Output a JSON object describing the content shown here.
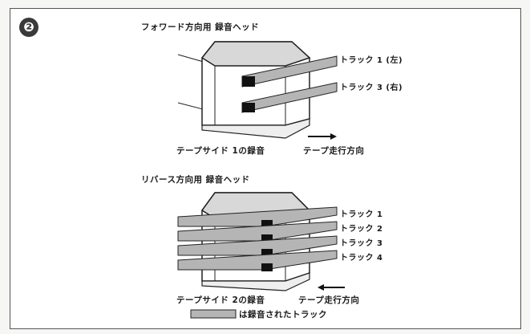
{
  "badge": "❷",
  "forward": {
    "title": "フォワード方向用 録音ヘッド",
    "tracks": [
      "トラック 1 (左)",
      "トラック 3 (右)"
    ],
    "side_label": "テープサイド 1の録音",
    "direction_label": "テープ走行方向"
  },
  "reverse": {
    "title": "リバース方向用 録音ヘッド",
    "tracks": [
      "トラック 1",
      "トラック 2",
      "トラック 3",
      "トラック 4"
    ],
    "side_label": "テープサイド 2の録音",
    "direction_label": "テープ走行方向"
  },
  "legend": {
    "text": "は録音されたトラック",
    "swatch_color": "#b5b5b5"
  },
  "colors": {
    "head_fill": "#d8d8d8",
    "track_fill": "#b5b5b5",
    "gap_fill": "#111111",
    "line": "#222222"
  }
}
